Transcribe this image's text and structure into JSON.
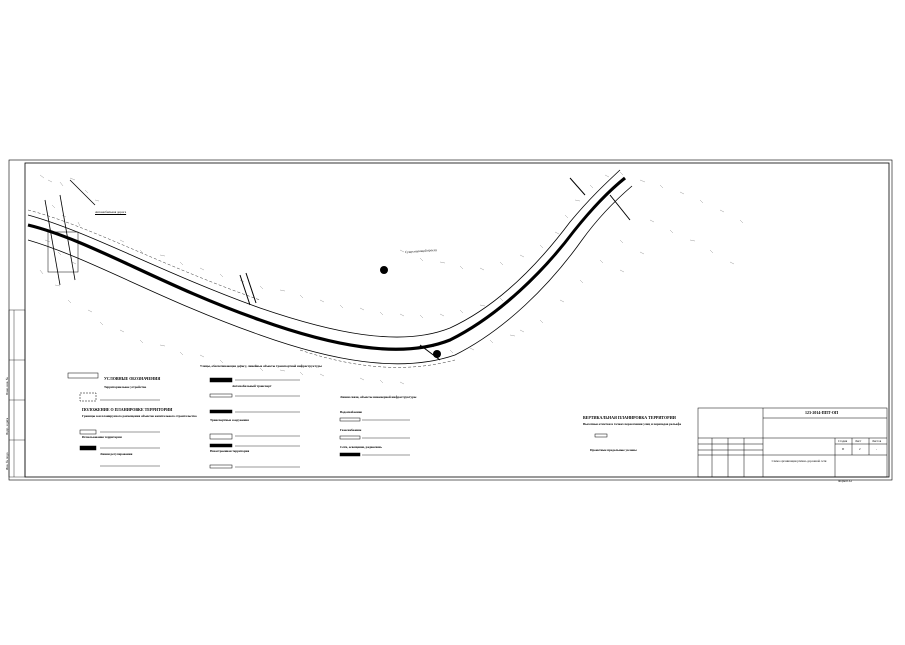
{
  "drawing": {
    "code": "123-2014-ППТ-ОП",
    "sheet_header": "Лист",
    "sheets_header": "Листов",
    "stage_header": "Стадия",
    "stage": "П",
    "sheet": "2",
    "sheets": "-",
    "sheet_name": "Схема организации улично-дорожной сети",
    "format": "Формат А1"
  },
  "legend": {
    "title": "УСЛОВНЫЕ ОБОЗНАЧЕНИЯ",
    "territorial": "Территориальное устройство",
    "planning_heading": "ПОЛОЖЕНИЕ О ПЛАНИРОВКЕ ТЕРРИТОРИИ",
    "planning_sub": "Границы зон планируемого размещения объектов капитального строительства",
    "common_territory": "Использование территории",
    "regulation_lines": "Линии регулирования",
    "transport_heading": "Улицы, обеспечивающие дорогу, линейные объекты транспортной инфраструктуры",
    "auto_transport": "Автомобильный транспорт",
    "transport_structures": "Транспортные сооружения",
    "non_capital": "Незастроенная территория",
    "utility_lines": "Линии связи, объекты инженерной инфраструктуры",
    "water_supply": "Водоснабжение",
    "gas_supply": "Газоснабжение",
    "power": "Сети, освещение, радиосвязь"
  },
  "vertical_planning": {
    "title": "ВЕРТИКАЛЬНАЯ ПЛАНИРОВКА ТЕРРИТОРИИ",
    "subtitle": "Высотные отметки в точках пересечения улиц и перепадов рельефа",
    "profiles": "Проектные продольные уклоны"
  },
  "map_labels": {
    "label_a": "Автомобильная дорога",
    "label_b": "Существующий проезд"
  },
  "border_labels": [
    "Инв. № подл.",
    "Подп. и дата",
    "Взам. инв. №"
  ],
  "colors": {
    "line": "#000000",
    "paper": "#ffffff"
  }
}
